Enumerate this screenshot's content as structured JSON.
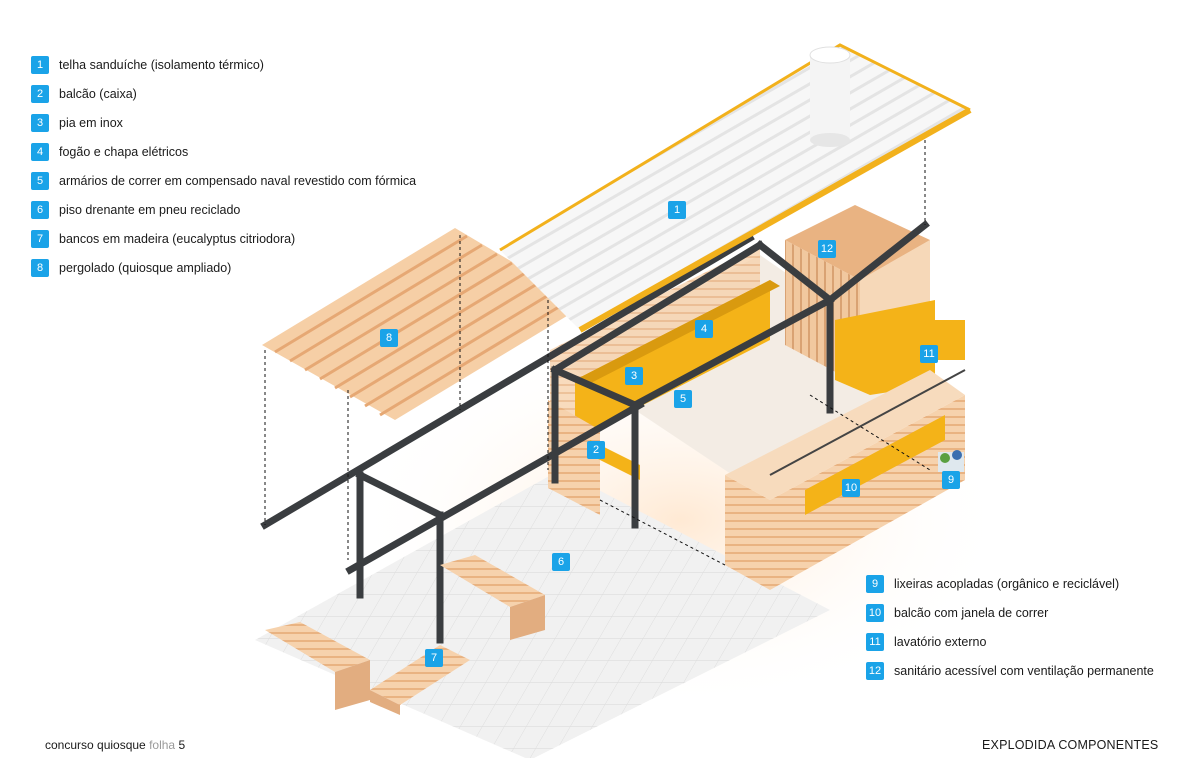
{
  "legend_left": [
    {
      "num": "1",
      "label": "telha sanduíche (isolamento térmico)"
    },
    {
      "num": "2",
      "label": "balcão (caixa)"
    },
    {
      "num": "3",
      "label": "pia em inox"
    },
    {
      "num": "4",
      "label": "fogão e chapa elétricos"
    },
    {
      "num": "5",
      "label": "armários de correr em compensado naval revestido com fórmica"
    },
    {
      "num": "6",
      "label": "piso drenante em pneu reciclado"
    },
    {
      "num": "7",
      "label": "bancos em madeira (eucalyptus citriodora)"
    },
    {
      "num": "8",
      "label": "pergolado (quiosque ampliado)"
    }
  ],
  "legend_right": [
    {
      "num": "9",
      "label": "lixeiras acopladas (orgânico e reciclável)"
    },
    {
      "num": "10",
      "label": "balcão com janela de correr"
    },
    {
      "num": "11",
      "label": "lavatório externo"
    },
    {
      "num": "12",
      "label": "sanitário acessível com ventilação permanente"
    }
  ],
  "diagram_tags": [
    "1",
    "2",
    "3",
    "4",
    "5",
    "6",
    "7",
    "8",
    "9",
    "10",
    "11",
    "12"
  ],
  "footer": {
    "project": "concurso quiosque",
    "sheet_word": "folha",
    "sheet_num": "5",
    "title": "EXPLODIDA COMPONENTES"
  },
  "colors": {
    "badge": "#1aa3e8",
    "roof_frame": "#f2b11c",
    "wood": "#f3c9a0",
    "steel": "#3a3d40",
    "cabinet": "#f4b318",
    "floor": "#eeeeee"
  }
}
